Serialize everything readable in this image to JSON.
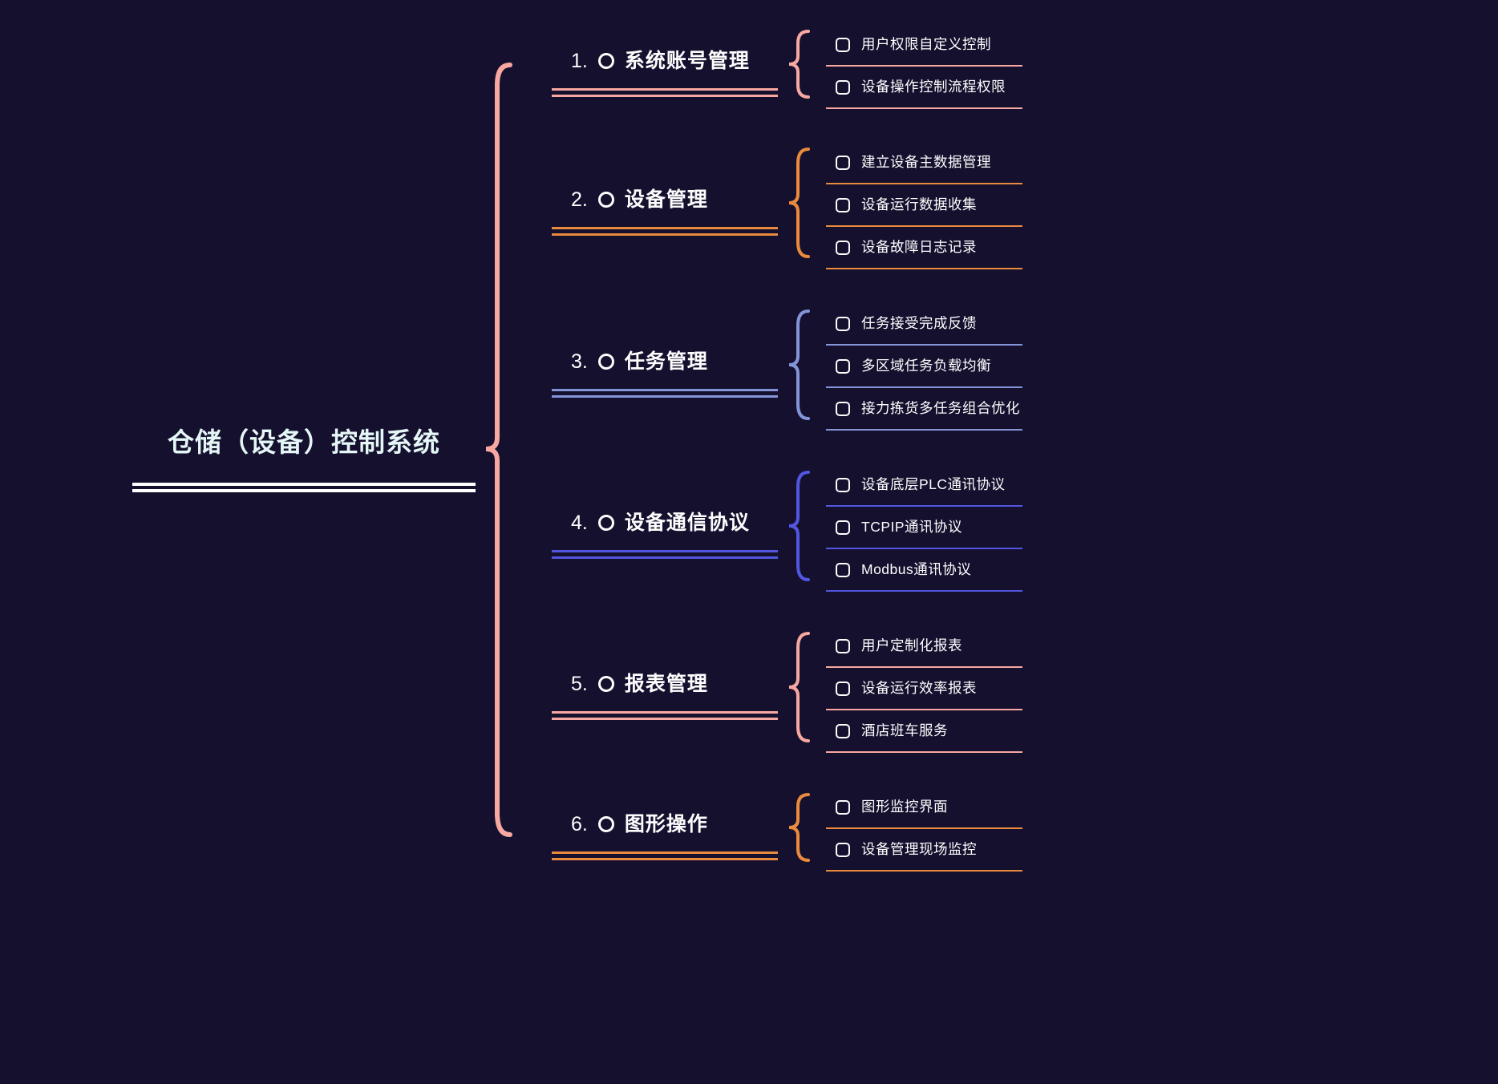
{
  "root": {
    "title": "仓储（设备）控制系统"
  },
  "branches": [
    {
      "number": "1.",
      "label": "系统账号管理",
      "color": "#f7a8a0",
      "children": [
        "用户权限自定义控制",
        "设备操作控制流程权限"
      ]
    },
    {
      "number": "2.",
      "label": "设备管理",
      "color": "#ea8a3e",
      "children": [
        "建立设备主数据管理",
        "设备运行数据收集",
        "设备故障日志记录"
      ]
    },
    {
      "number": "3.",
      "label": "任务管理",
      "color": "#8494d8",
      "children": [
        "任务接受完成反馈",
        "多区域任务负载均衡",
        "接力拣货多任务组合优化"
      ]
    },
    {
      "number": "4.",
      "label": "设备通信协议",
      "color": "#5157de",
      "children": [
        "设备底层PLC通讯协议",
        "TCPIP通讯协议",
        "Modbus通讯协议"
      ]
    },
    {
      "number": "5.",
      "label": "报表管理",
      "color": "#f7a8a0",
      "children": [
        "用户定制化报表",
        "设备运行效率报表",
        "酒店班车服务"
      ]
    },
    {
      "number": "6.",
      "label": "图形操作",
      "color": "#ea8a3e",
      "children": [
        "图形监控界面",
        "设备管理现场监控"
      ]
    }
  ],
  "colors": {
    "background": "#16102f",
    "salmon": "#f7a8a0",
    "orange": "#ea8a3e",
    "blue": "#8494d8",
    "indigo": "#5157de",
    "root_text": "#e4f6f6",
    "text": "#fdfdfd",
    "root_underline": "#ffffff"
  },
  "icons": {
    "branch_marker": "circle-icon",
    "child_marker": "checkbox-icon",
    "connector": "curly-brace"
  }
}
